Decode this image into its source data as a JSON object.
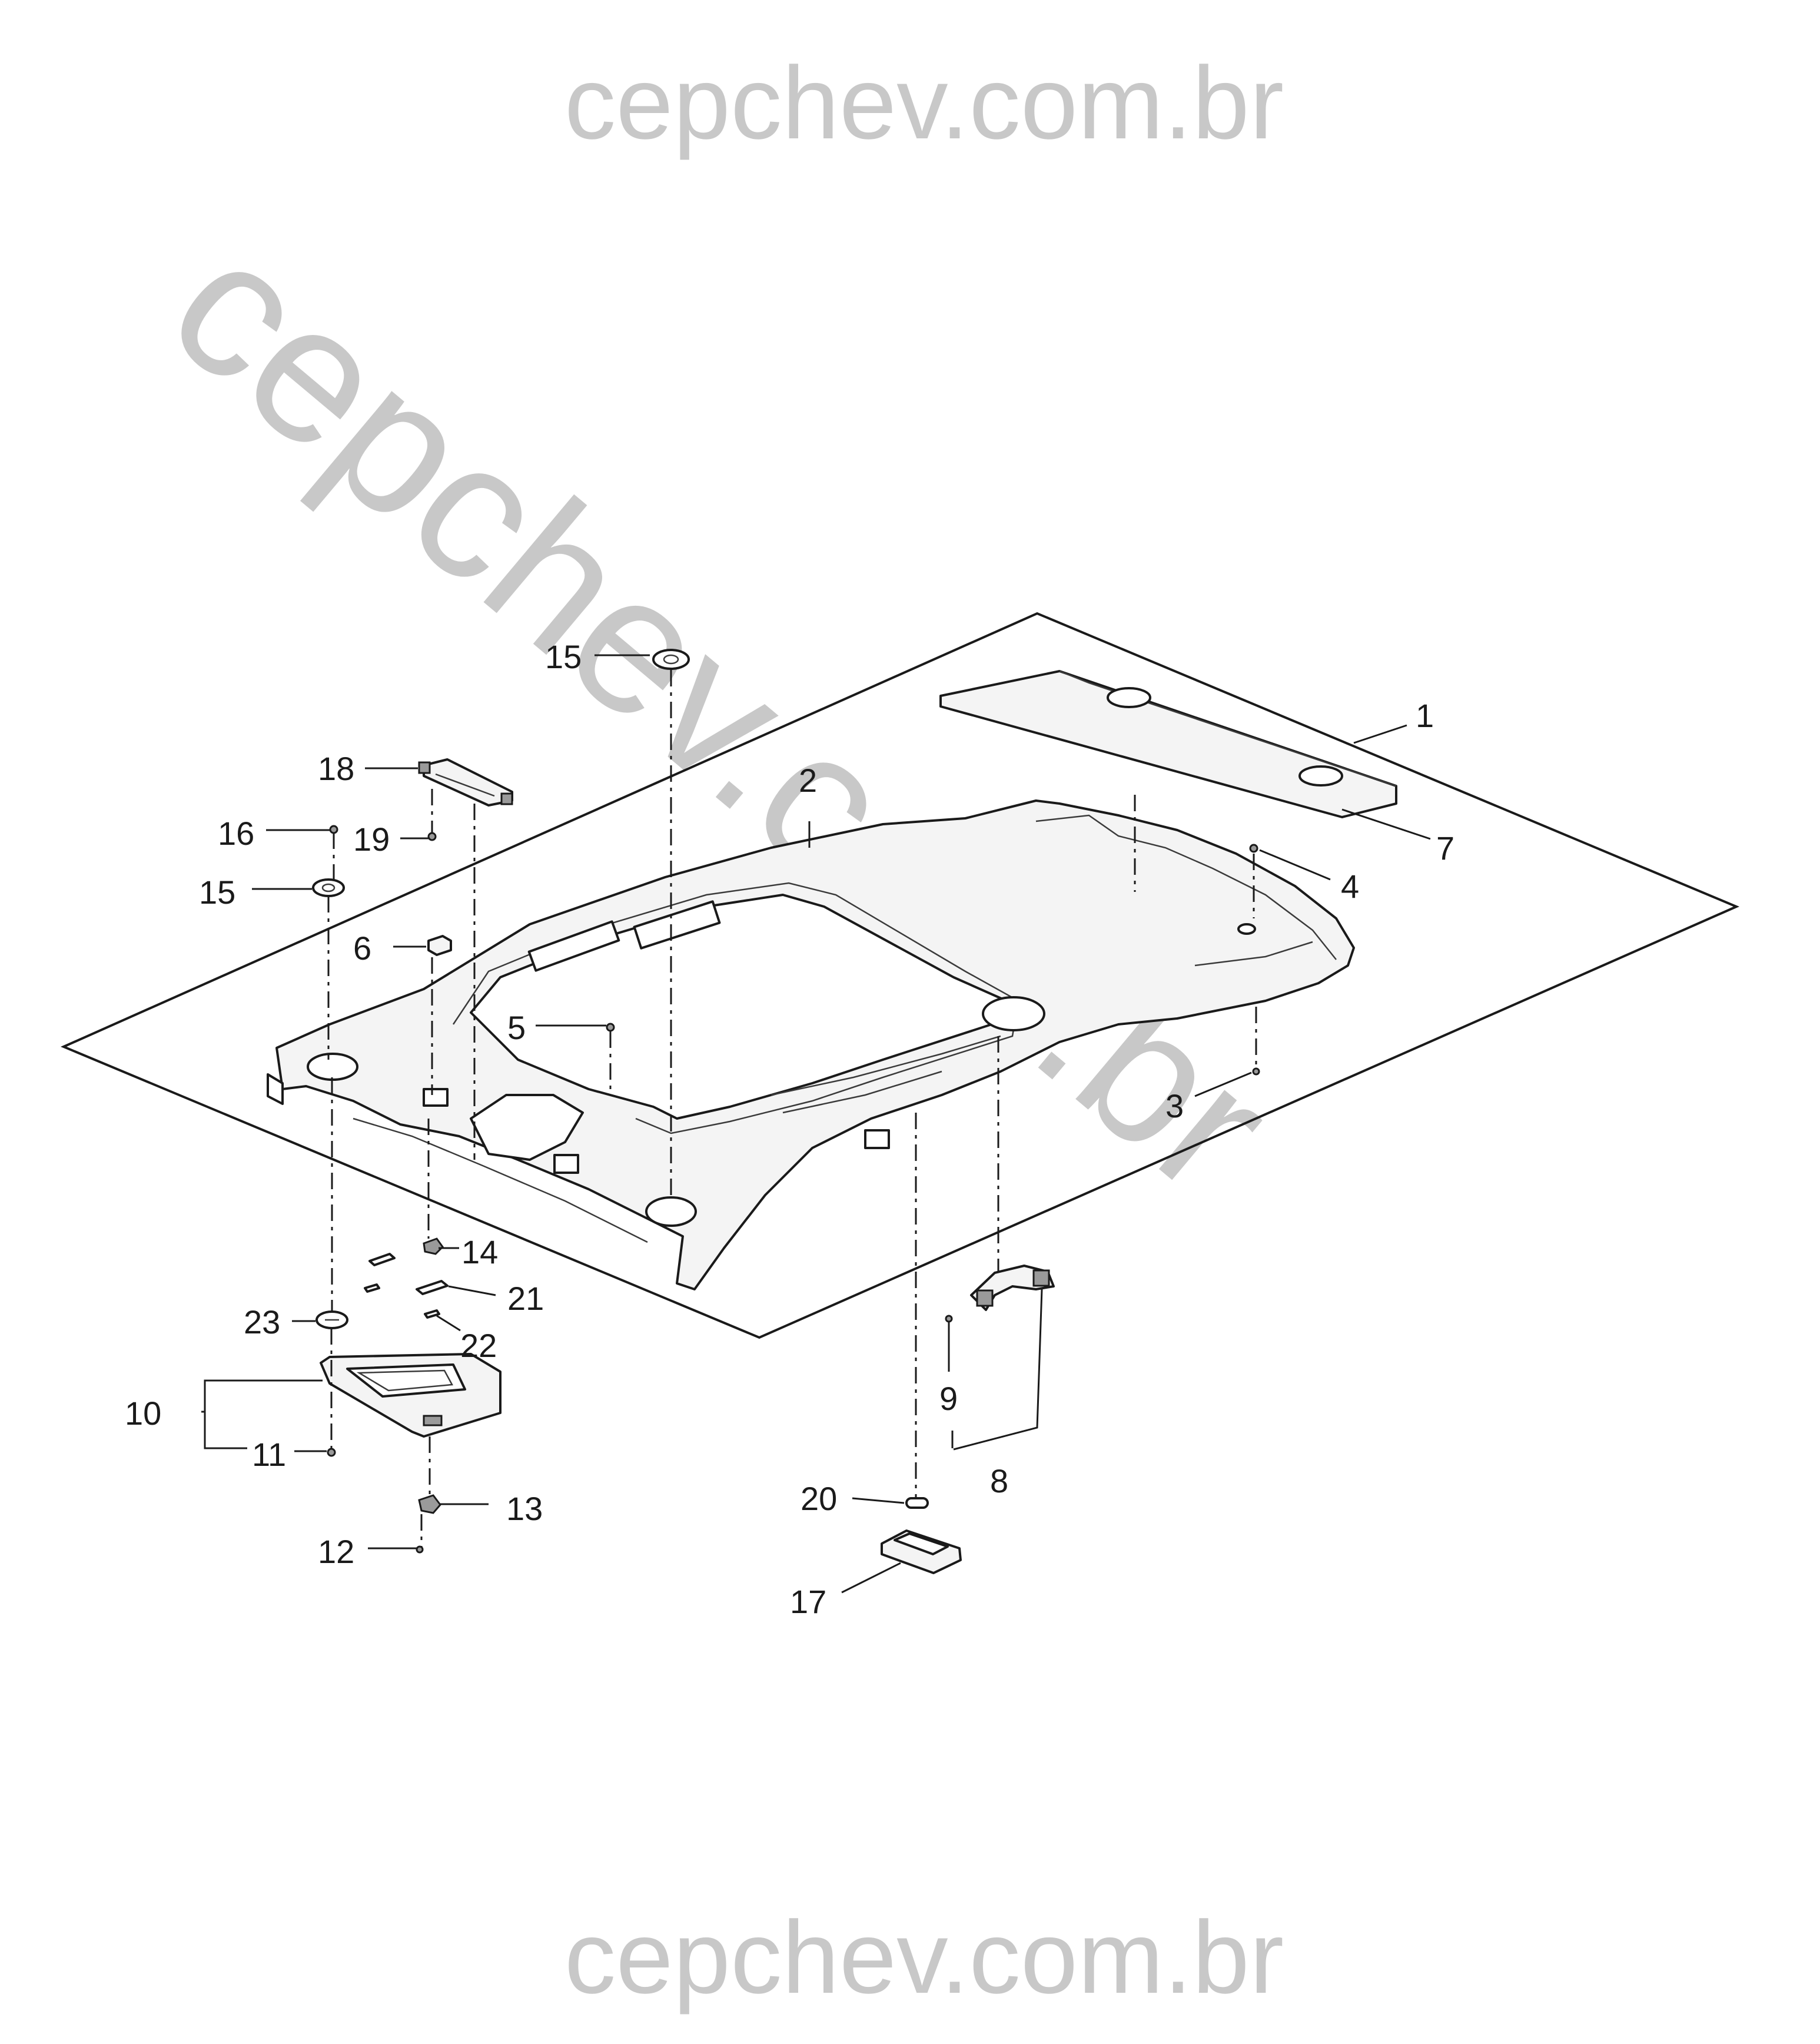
{
  "watermarks": {
    "top": "cepchev.com.br",
    "diagonal": "cepchev.com.br",
    "bottom": "cepchev.com.br"
  },
  "callouts": {
    "c1": "1",
    "c2": "2",
    "c3": "3",
    "c4": "4",
    "c5": "5",
    "c6": "6",
    "c7": "7",
    "c8": "8",
    "c9": "9",
    "c10": "10",
    "c11": "11",
    "c12": "12",
    "c13": "13",
    "c14": "14",
    "c15a": "15",
    "c15b": "15",
    "c16": "16",
    "c17": "17",
    "c18": "18",
    "c19": "19",
    "c20": "20",
    "c21": "21",
    "c22": "22",
    "c23": "23"
  }
}
